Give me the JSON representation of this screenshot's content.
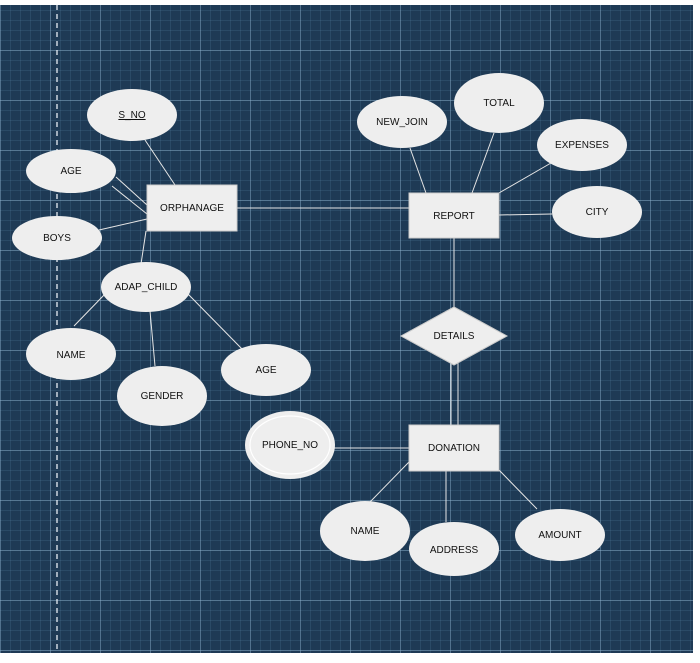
{
  "theme": {
    "canvas_bg": "#1e3a55",
    "grid_minor": "#4f7a99",
    "grid_major": "#8fb4cf",
    "shape_fill": "#eeeeee",
    "connector": "#e6e6e6",
    "text": "#111111"
  },
  "diagram": {
    "entities": [
      {
        "id": "orphanage",
        "label": "ORPHANAGE"
      },
      {
        "id": "report",
        "label": "REPORT"
      },
      {
        "id": "donation",
        "label": "DONATION"
      }
    ],
    "relationships": [
      {
        "id": "details",
        "label": "DETAILS"
      }
    ],
    "attributes": [
      {
        "id": "s_no",
        "label": "S_NO",
        "underline": true
      },
      {
        "id": "o_age",
        "label": "AGE"
      },
      {
        "id": "boys",
        "label": "BOYS"
      },
      {
        "id": "adap_child",
        "label": "ADAP_CHILD"
      },
      {
        "id": "c_name",
        "label": "NAME"
      },
      {
        "id": "gender",
        "label": "GENDER"
      },
      {
        "id": "c_age",
        "label": "AGE"
      },
      {
        "id": "new_join",
        "label": "NEW_JOIN"
      },
      {
        "id": "total",
        "label": "TOTAL"
      },
      {
        "id": "expenses",
        "label": "EXPENSES"
      },
      {
        "id": "city",
        "label": "CITY"
      },
      {
        "id": "phone_no",
        "label": "PHONE_NO",
        "multivalued": true
      },
      {
        "id": "d_name",
        "label": "NAME"
      },
      {
        "id": "address",
        "label": "ADDRESS"
      },
      {
        "id": "amount",
        "label": "AMOUNT"
      }
    ]
  }
}
